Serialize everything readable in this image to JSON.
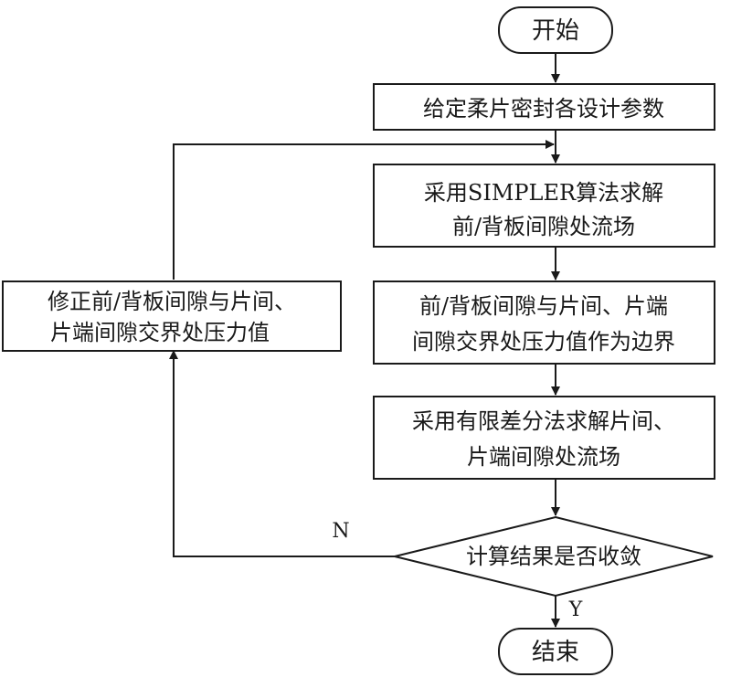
{
  "nodes": {
    "start": "开始",
    "params": "给定柔片密封各设计参数",
    "simpler_line1": "采用SIMPLER算法求解",
    "simpler_line2": "前/背板间隙处流场",
    "boundary_line1": "前/背板间隙与片间、片端",
    "boundary_line2": "间隙交界处压力值作为边界",
    "fdm_line1": "采用有限差分法求解片间、",
    "fdm_line2": "片端间隙处流场",
    "decision": "计算结果是否收敛",
    "correct_line1": "修正前/背板间隙与片间、",
    "correct_line2": "片端间隙交界处压力值",
    "end": "结束"
  },
  "labels": {
    "no": "N",
    "yes": "Y"
  }
}
